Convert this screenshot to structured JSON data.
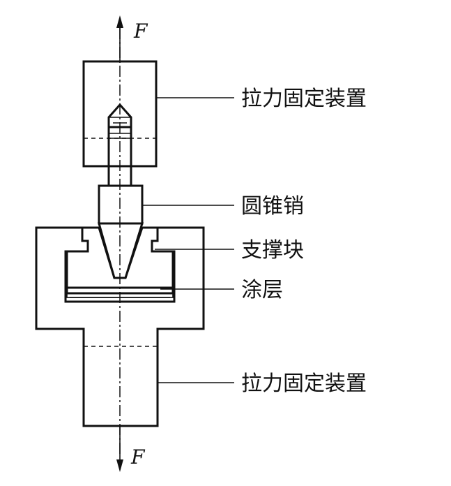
{
  "labels": {
    "upper_fixture": "拉力固定装置",
    "cone_pin": "圆锥销",
    "support_block": "支撑块",
    "coating": "涂层",
    "lower_fixture": "拉力固定装置"
  },
  "forces": {
    "top": "F",
    "bottom": "F"
  },
  "colors": {
    "hatch": "#9b6bb0",
    "support_fill": "#a9d8ec",
    "support_mesh": "#2f8fd0",
    "outline": "#111111"
  }
}
